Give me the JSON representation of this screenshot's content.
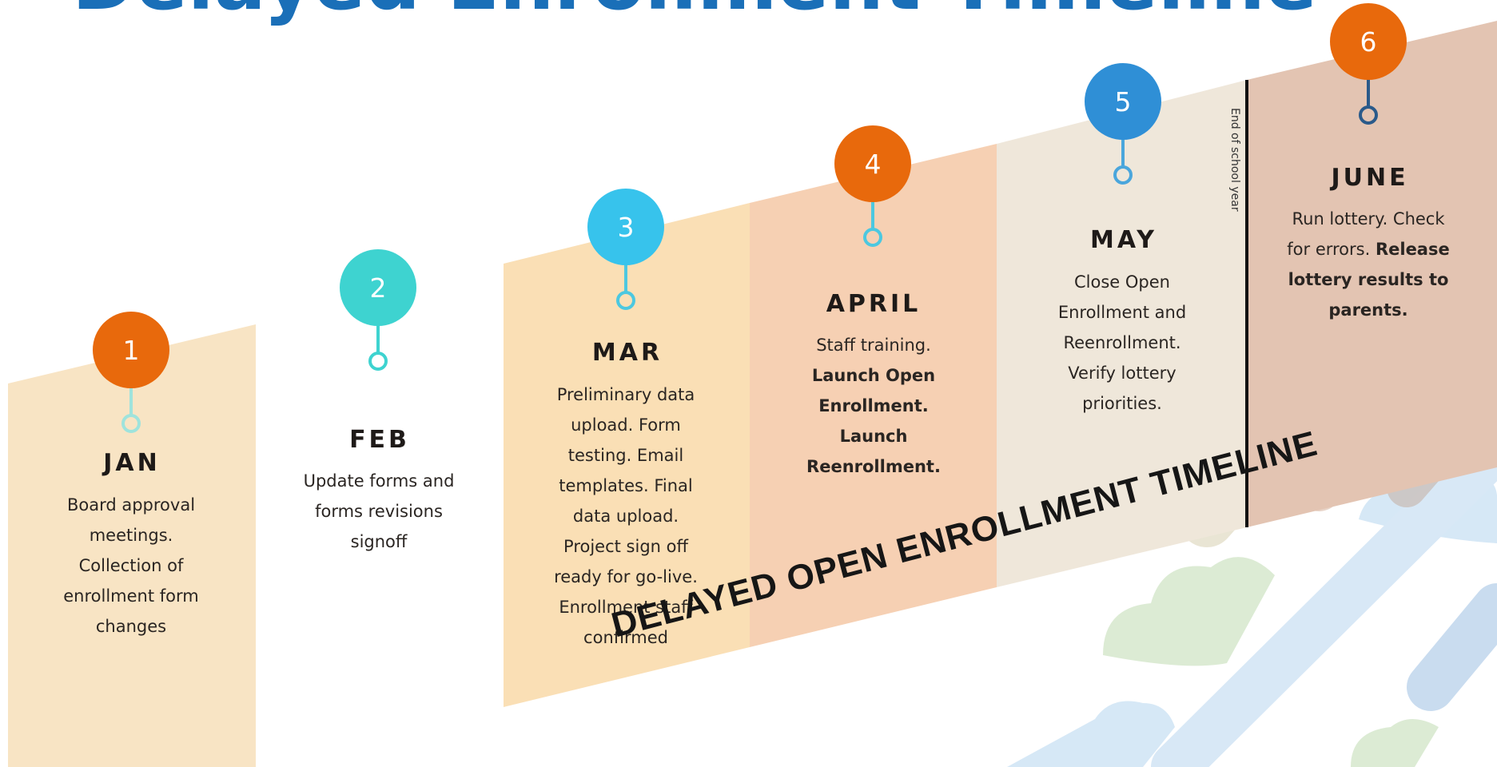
{
  "title": "Delayed Enrollment Timeline",
  "footer_title": "DELAYED OPEN ENROLLMENT TIMELINE",
  "end_of_year_label": "End of school year",
  "colors": {
    "title": "#1a6fb8",
    "orange": "#e8690c",
    "teal": "#3ed3d0",
    "sky": "#37c3ec",
    "blue": "#2f8fd6",
    "panel_jan": "#f8e4c4",
    "panel_mar": "#fadfb5",
    "panel_april": "#f6d0b3",
    "panel_may": "#efe7da",
    "panel_june": "#e3c4b2"
  },
  "milestones": [
    {
      "number": "1",
      "month": "JAN",
      "lines": [
        [
          {
            "t": "Board approval",
            "b": false
          }
        ],
        [
          {
            "t": "meetings.",
            "b": false
          }
        ],
        [
          {
            "t": "Collection of",
            "b": false
          }
        ],
        [
          {
            "t": "enrollment form",
            "b": false
          }
        ],
        [
          {
            "t": "changes",
            "b": false
          }
        ]
      ]
    },
    {
      "number": "2",
      "month": "FEB",
      "lines": [
        [
          {
            "t": "Update forms and",
            "b": false
          }
        ],
        [
          {
            "t": "forms revisions",
            "b": false
          }
        ],
        [
          {
            "t": "signoff",
            "b": false
          }
        ]
      ]
    },
    {
      "number": "3",
      "month": "MAR",
      "lines": [
        [
          {
            "t": "Preliminary data",
            "b": false
          }
        ],
        [
          {
            "t": "upload. Form",
            "b": false
          }
        ],
        [
          {
            "t": "testing. Email",
            "b": false
          }
        ],
        [
          {
            "t": "templates. Final",
            "b": false
          }
        ],
        [
          {
            "t": "data upload.",
            "b": false
          }
        ],
        [
          {
            "t": "Project sign off",
            "b": false
          }
        ],
        [
          {
            "t": "ready for go-live.",
            "b": false
          }
        ],
        [
          {
            "t": "Enrollment staff",
            "b": false
          }
        ],
        [
          {
            "t": "confirmed",
            "b": false
          }
        ]
      ]
    },
    {
      "number": "4",
      "month": "APRIL",
      "lines": [
        [
          {
            "t": "Staff training.",
            "b": false
          }
        ],
        [
          {
            "t": "Launch Open",
            "b": true
          }
        ],
        [
          {
            "t": "Enrollment.",
            "b": true
          }
        ],
        [
          {
            "t": "Launch",
            "b": true
          }
        ],
        [
          {
            "t": "Reenrollment.",
            "b": true
          }
        ]
      ]
    },
    {
      "number": "5",
      "month": "MAY",
      "lines": [
        [
          {
            "t": "Close Open",
            "b": false
          }
        ],
        [
          {
            "t": "Enrollment and",
            "b": false
          }
        ],
        [
          {
            "t": "Reenrollment.",
            "b": false
          }
        ],
        [
          {
            "t": "Verify lottery",
            "b": false
          }
        ],
        [
          {
            "t": "priorities.",
            "b": false
          }
        ]
      ]
    },
    {
      "number": "6",
      "month": "JUNE",
      "lines": [
        [
          {
            "t": "Run lottery. Check",
            "b": false
          }
        ],
        [
          {
            "t": "for errors. ",
            "b": false
          },
          {
            "t": "Release",
            "b": true
          }
        ],
        [
          {
            "t": "lottery results to",
            "b": true
          }
        ],
        [
          {
            "t": "parents.",
            "b": true
          }
        ]
      ]
    }
  ]
}
